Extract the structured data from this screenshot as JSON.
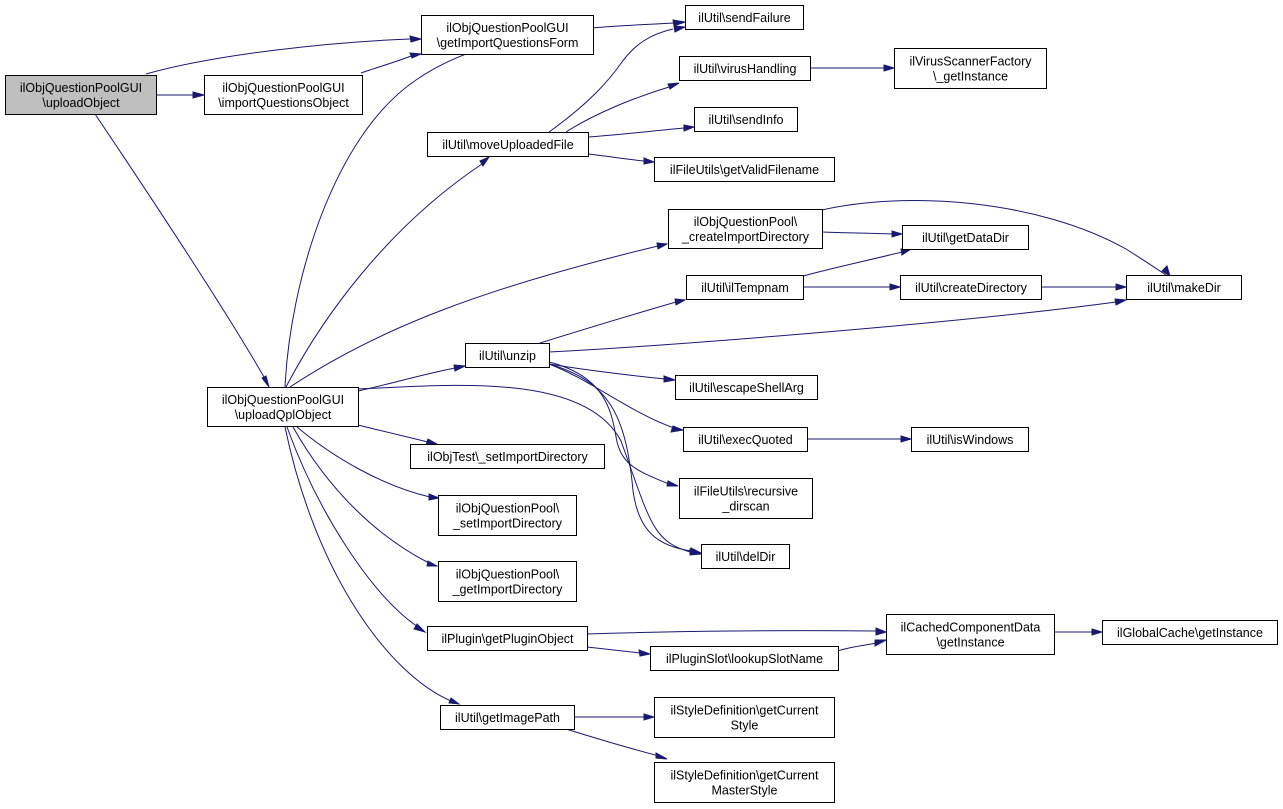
{
  "diagram": {
    "colors": {
      "root_fill": "#bfbfbf",
      "node_fill": "#ffffff",
      "node_border": "#000000",
      "edge": "#191970"
    },
    "nodes": [
      {
        "id": "upload_object",
        "lines": [
          "ilObjQuestionPoolGUI",
          "\\uploadObject"
        ],
        "root": true
      },
      {
        "id": "get_import_questions_form",
        "lines": [
          "ilObjQuestionPoolGUI",
          "\\getImportQuestionsForm"
        ]
      },
      {
        "id": "import_questions_object",
        "lines": [
          "ilObjQuestionPoolGUI",
          "\\importQuestionsObject"
        ]
      },
      {
        "id": "upload_qpl_object",
        "lines": [
          "ilObjQuestionPoolGUI",
          "\\uploadQplObject"
        ]
      },
      {
        "id": "send_failure",
        "lines": [
          "ilUtil\\sendFailure"
        ]
      },
      {
        "id": "virus_handling",
        "lines": [
          "ilUtil\\virusHandling"
        ]
      },
      {
        "id": "virus_scanner_factory",
        "lines": [
          "ilVirusScannerFactory",
          "\\_getInstance"
        ]
      },
      {
        "id": "send_info",
        "lines": [
          "ilUtil\\sendInfo"
        ]
      },
      {
        "id": "move_uploaded_file",
        "lines": [
          "ilUtil\\moveUploadedFile"
        ]
      },
      {
        "id": "get_valid_filename",
        "lines": [
          "ilFileUtils\\getValidFilename"
        ]
      },
      {
        "id": "create_import_directory",
        "lines": [
          "ilObjQuestionPool\\",
          "_createImportDirectory"
        ]
      },
      {
        "id": "get_data_dir",
        "lines": [
          "ilUtil\\getDataDir"
        ]
      },
      {
        "id": "il_tempnam",
        "lines": [
          "ilUtil\\ilTempnam"
        ]
      },
      {
        "id": "create_directory",
        "lines": [
          "ilUtil\\createDirectory"
        ]
      },
      {
        "id": "make_dir",
        "lines": [
          "ilUtil\\makeDir"
        ]
      },
      {
        "id": "unzip",
        "lines": [
          "ilUtil\\unzip"
        ]
      },
      {
        "id": "escape_shell_arg",
        "lines": [
          "ilUtil\\escapeShellArg"
        ]
      },
      {
        "id": "exec_quoted",
        "lines": [
          "ilUtil\\execQuoted"
        ]
      },
      {
        "id": "is_windows",
        "lines": [
          "ilUtil\\isWindows"
        ]
      },
      {
        "id": "recursive_dirscan",
        "lines": [
          "ilFileUtils\\recursive",
          "_dirscan"
        ]
      },
      {
        "id": "del_dir",
        "lines": [
          "ilUtil\\delDir"
        ]
      },
      {
        "id": "obj_test_set_import_directory",
        "lines": [
          "ilObjTest\\_setImportDirectory"
        ]
      },
      {
        "id": "set_import_directory",
        "lines": [
          "ilObjQuestionPool\\",
          "_setImportDirectory"
        ]
      },
      {
        "id": "get_import_directory",
        "lines": [
          "ilObjQuestionPool\\",
          "_getImportDirectory"
        ]
      },
      {
        "id": "get_plugin_object",
        "lines": [
          "ilPlugin\\getPluginObject"
        ]
      },
      {
        "id": "cached_component_data",
        "lines": [
          "ilCachedComponentData",
          "\\getInstance"
        ]
      },
      {
        "id": "global_cache",
        "lines": [
          "ilGlobalCache\\getInstance"
        ]
      },
      {
        "id": "lookup_slot_name",
        "lines": [
          "ilPluginSlot\\lookupSlotName"
        ]
      },
      {
        "id": "get_image_path",
        "lines": [
          "ilUtil\\getImagePath"
        ]
      },
      {
        "id": "get_current_style",
        "lines": [
          "ilStyleDefinition\\getCurrent",
          "Style"
        ]
      },
      {
        "id": "get_current_master_style",
        "lines": [
          "ilStyleDefinition\\getCurrent",
          "MasterStyle"
        ]
      }
    ],
    "edges": [
      {
        "from": "upload_object",
        "to": "get_import_questions_form"
      },
      {
        "from": "upload_object",
        "to": "import_questions_object"
      },
      {
        "from": "upload_object",
        "to": "upload_qpl_object"
      },
      {
        "from": "import_questions_object",
        "to": "get_import_questions_form"
      },
      {
        "from": "upload_qpl_object",
        "to": "send_failure"
      },
      {
        "from": "upload_qpl_object",
        "to": "move_uploaded_file"
      },
      {
        "from": "upload_qpl_object",
        "to": "create_import_directory"
      },
      {
        "from": "upload_qpl_object",
        "to": "unzip"
      },
      {
        "from": "upload_qpl_object",
        "to": "del_dir"
      },
      {
        "from": "upload_qpl_object",
        "to": "obj_test_set_import_directory"
      },
      {
        "from": "upload_qpl_object",
        "to": "set_import_directory"
      },
      {
        "from": "upload_qpl_object",
        "to": "get_import_directory"
      },
      {
        "from": "upload_qpl_object",
        "to": "get_plugin_object"
      },
      {
        "from": "upload_qpl_object",
        "to": "get_image_path"
      },
      {
        "from": "move_uploaded_file",
        "to": "send_failure"
      },
      {
        "from": "move_uploaded_file",
        "to": "virus_handling"
      },
      {
        "from": "move_uploaded_file",
        "to": "send_info"
      },
      {
        "from": "move_uploaded_file",
        "to": "get_valid_filename"
      },
      {
        "from": "virus_handling",
        "to": "virus_scanner_factory"
      },
      {
        "from": "create_import_directory",
        "to": "get_data_dir"
      },
      {
        "from": "create_import_directory",
        "to": "make_dir"
      },
      {
        "from": "il_tempnam",
        "to": "get_data_dir"
      },
      {
        "from": "il_tempnam",
        "to": "create_directory"
      },
      {
        "from": "create_directory",
        "to": "make_dir"
      },
      {
        "from": "unzip",
        "to": "il_tempnam"
      },
      {
        "from": "unzip",
        "to": "make_dir"
      },
      {
        "from": "unzip",
        "to": "escape_shell_arg"
      },
      {
        "from": "unzip",
        "to": "exec_quoted"
      },
      {
        "from": "unzip",
        "to": "recursive_dirscan"
      },
      {
        "from": "unzip",
        "to": "del_dir"
      },
      {
        "from": "exec_quoted",
        "to": "is_windows"
      },
      {
        "from": "get_plugin_object",
        "to": "cached_component_data"
      },
      {
        "from": "get_plugin_object",
        "to": "lookup_slot_name"
      },
      {
        "from": "lookup_slot_name",
        "to": "cached_component_data"
      },
      {
        "from": "cached_component_data",
        "to": "global_cache"
      },
      {
        "from": "get_image_path",
        "to": "get_current_style"
      },
      {
        "from": "get_image_path",
        "to": "get_current_master_style"
      }
    ]
  }
}
